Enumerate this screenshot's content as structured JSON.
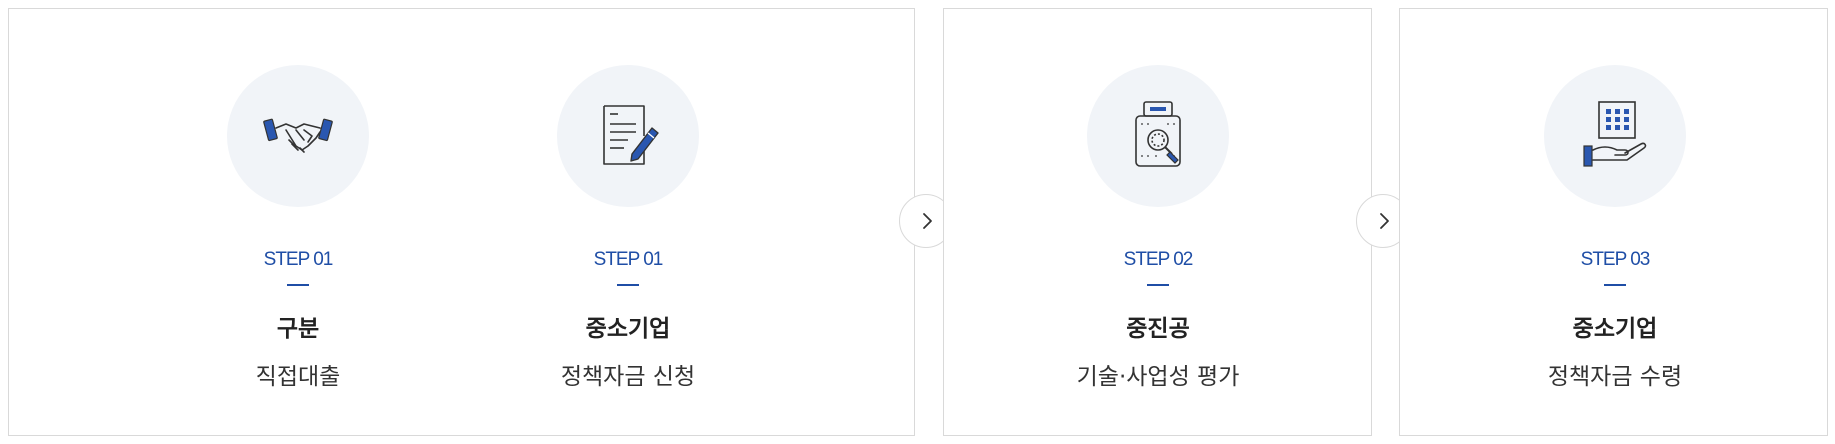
{
  "steps": [
    {
      "step_label": "STEP 01",
      "title": "구분",
      "desc": "직접대출",
      "icon": "handshake-icon"
    },
    {
      "step_label": "STEP 01",
      "title": "중소기업",
      "desc": "정책자금 신청",
      "icon": "document-pen-icon"
    },
    {
      "step_label": "STEP 02",
      "title": "중진공",
      "desc": "기술·사업성 평가",
      "icon": "evaluation-magnifier-icon"
    },
    {
      "step_label": "STEP 03",
      "title": "중소기업",
      "desc": "정책자금 수령",
      "icon": "building-hand-icon"
    }
  ],
  "colors": {
    "accent": "#1f4ea6",
    "circle_bg": "#f1f4f8",
    "border": "#d9d9d9",
    "icon_stroke": "#333333",
    "icon_fill": "#2a57b0"
  }
}
